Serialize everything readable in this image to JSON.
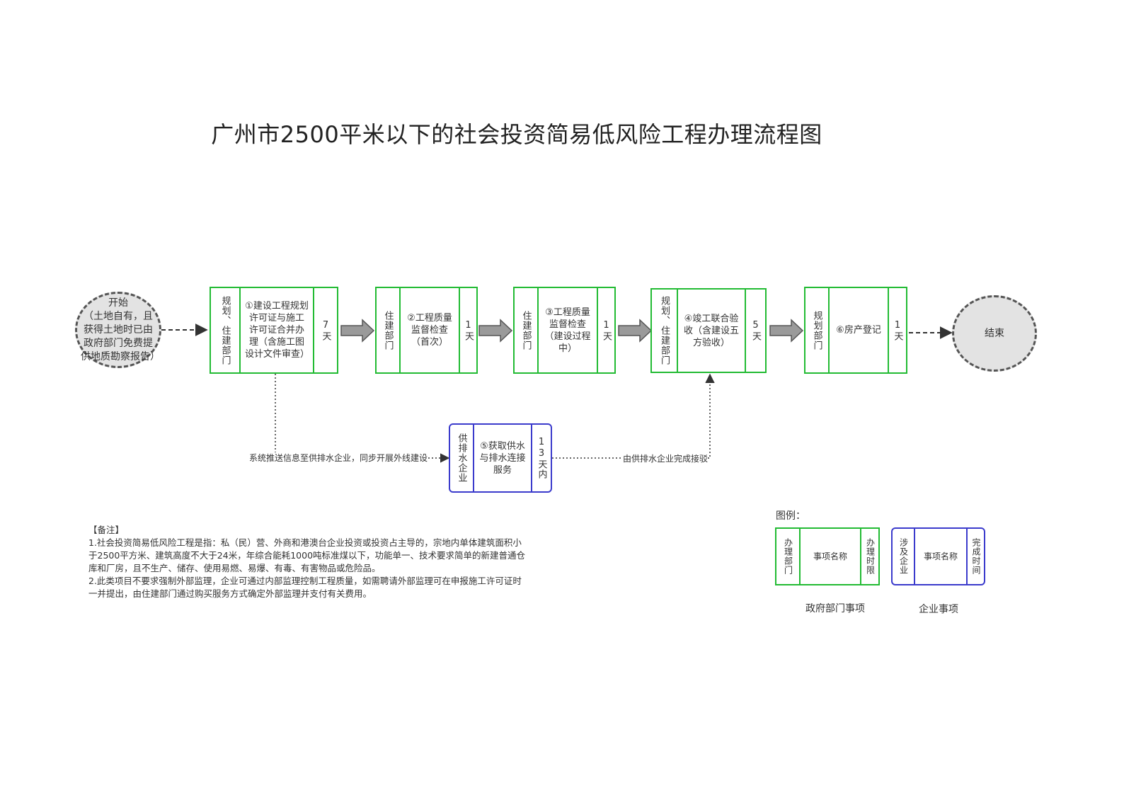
{
  "title": "广州市2500平米以下的社会投资简易低风险工程办理流程图",
  "start": {
    "label": "开始",
    "note": "（土地自有，且获得土地时已由政府部门免费提供地质勘察报告）"
  },
  "end": {
    "label": "结束"
  },
  "steps": [
    {
      "dept": "规划、住建部门",
      "name": "①建设工程规划许可证与施工许可证合并办理（含施工图设计文件审查）",
      "time": "7天"
    },
    {
      "dept": "住建部门",
      "name": "②工程质量监督检查（首次）",
      "time": "1天"
    },
    {
      "dept": "住建部门",
      "name": "③工程质量监督检查（建设过程中）",
      "time": "1天"
    },
    {
      "dept": "规划、住建部门",
      "name": "④竣工联合验收（含建设五方验收）",
      "time": "5天"
    },
    {
      "dept": "规划部门",
      "name": "⑥房产登记",
      "time": "1天"
    }
  ],
  "enterprise_step": {
    "dept": "供排水企业",
    "name": "⑤获取供水与排水连接服务",
    "time": "13天内"
  },
  "flow_labels": {
    "push": "系统推送信息至供排水企业，同步开展外线建设",
    "connect": "由供排水企业完成接驳"
  },
  "notes": {
    "heading": "【备注】",
    "items": [
      "1.社会投资简易低风险工程是指：私（民）营、外商和港澳台企业投资或投资占主导的，宗地内单体建筑面积小于2500平方米、建筑高度不大于24米，年综合能耗1000吨标准煤以下，功能单一、技术要求简单的新建普通仓库和厂房，且不生产、储存、使用易燃、易爆、有毒、有害物品或危险品。",
      "2.此类项目不要求强制外部监理，企业可通过内部监理控制工程质量，如需聘请外部监理可在申报施工许可证时一并提出，由住建部门通过购买服务方式确定外部监理并支付有关费用。"
    ]
  },
  "legend": {
    "label": "图例：",
    "gov": {
      "dept": "办理部门",
      "name": "事项名称",
      "time": "办理时限",
      "caption": "政府部门事项"
    },
    "ent": {
      "dept": "涉及企业",
      "name": "事项名称",
      "time": "完成时间",
      "caption": "企业事项"
    }
  },
  "colors": {
    "gov_border": "#22bb33",
    "ent_border": "#3b3bcc",
    "oval_fill": "#e3e3e3",
    "arrow_fill": "#9a9a9a"
  }
}
